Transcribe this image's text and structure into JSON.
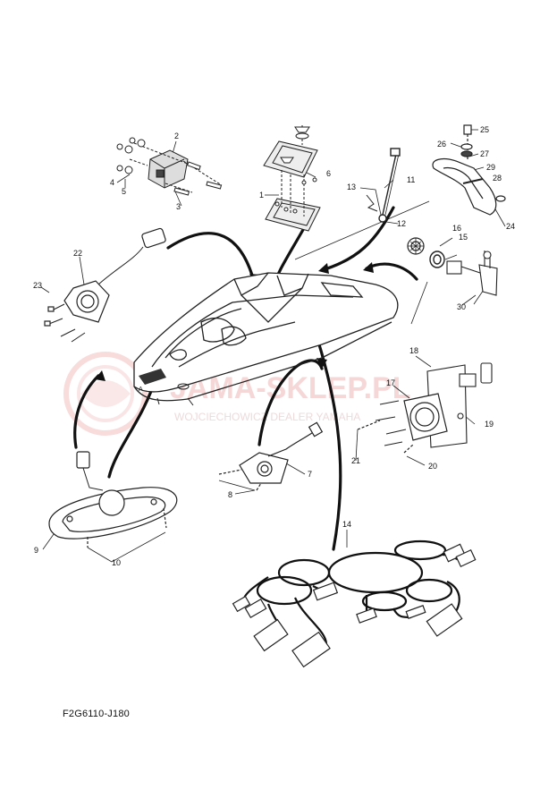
{
  "diagram_code": "F2G6110-J180",
  "watermark": {
    "main": "JAMA-SKLEP.PL",
    "sub": "WOJCIECHOWICZ DEALER YAMAHA"
  },
  "callouts": [
    "1",
    "2",
    "3",
    "4",
    "5",
    "6",
    "7",
    "8",
    "9",
    "10",
    "11",
    "12",
    "13",
    "14",
    "15",
    "16",
    "17",
    "18",
    "19",
    "20",
    "21",
    "22",
    "23",
    "24",
    "25",
    "26",
    "27",
    "28",
    "29",
    "30"
  ]
}
